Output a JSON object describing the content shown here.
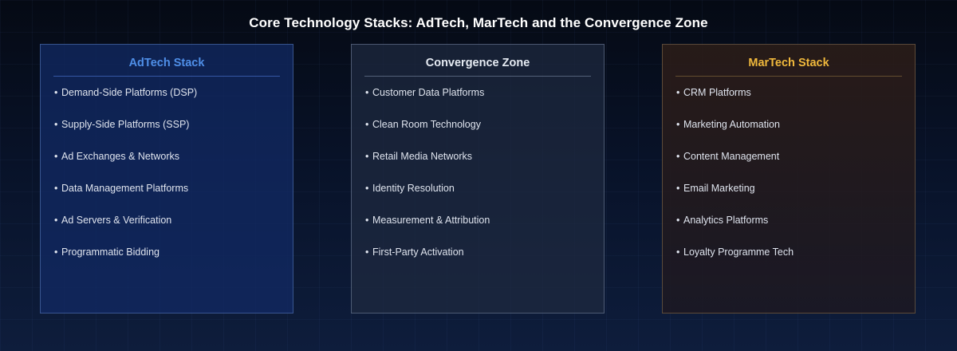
{
  "title": "Core Technology Stacks: AdTech, MarTech and the Convergence Zone",
  "colors": {
    "adtech_accent": "#4f8fe8",
    "convergence_accent": "#e6ebf3",
    "martech_accent": "#f0b83c"
  },
  "columns": [
    {
      "heading": "AdTech Stack",
      "bullet": "•",
      "items": [
        "Demand-Side Platforms (DSP)",
        "Supply-Side Platforms (SSP)",
        "Ad Exchanges & Networks",
        "Data Management Platforms",
        "Ad Servers & Verification",
        "Programmatic Bidding"
      ]
    },
    {
      "heading": "Convergence Zone",
      "bullet": "•",
      "items": [
        "Customer Data Platforms",
        "Clean Room Technology",
        "Retail Media Networks",
        "Identity Resolution",
        "Measurement & Attribution",
        "First-Party Activation"
      ]
    },
    {
      "heading": "MarTech Stack",
      "bullet": "•",
      "items": [
        "CRM Platforms",
        "Marketing Automation",
        "Content Management",
        "Email Marketing",
        "Analytics Platforms",
        "Loyalty Programme Tech"
      ]
    }
  ]
}
